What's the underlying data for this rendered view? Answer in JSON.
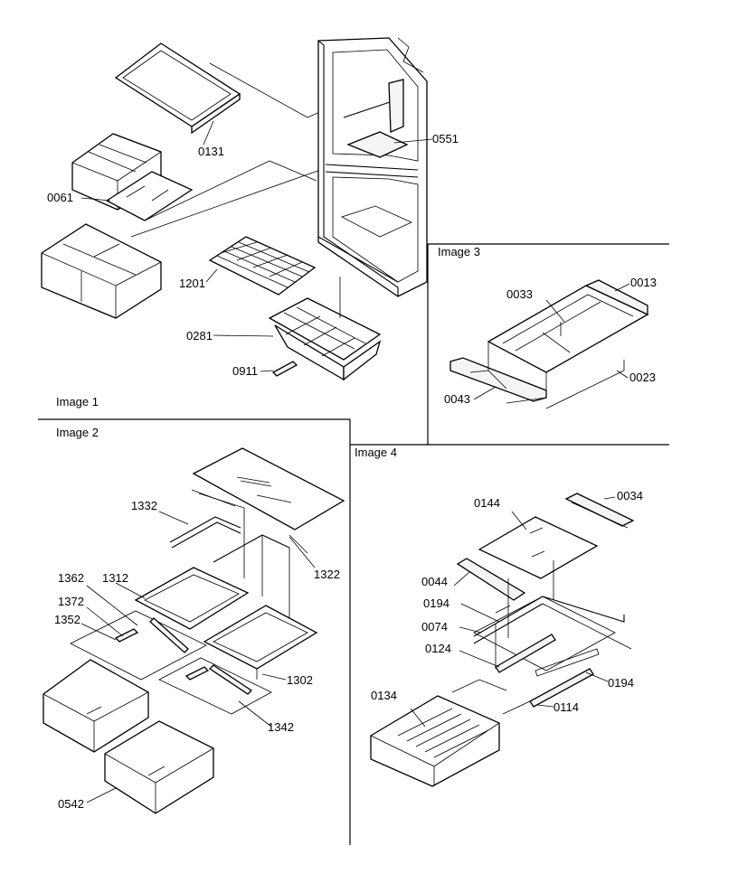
{
  "panels": {
    "image1": "Image 1",
    "image2": "Image 2",
    "image3": "Image 3",
    "image4": "Image 4"
  },
  "callouts": {
    "image1": [
      "0131",
      "0551",
      "0061",
      "1201",
      "0281",
      "0911"
    ],
    "image2": [
      "1332",
      "1322",
      "1362",
      "1312",
      "1372",
      "1352",
      "1302",
      "1342",
      "0542"
    ],
    "image3": [
      "0033",
      "0013",
      "0023",
      "0043"
    ],
    "image4": [
      "0144",
      "0034",
      "0044",
      "0194",
      "0074",
      "0124",
      "0194",
      "0114",
      "0134"
    ]
  }
}
